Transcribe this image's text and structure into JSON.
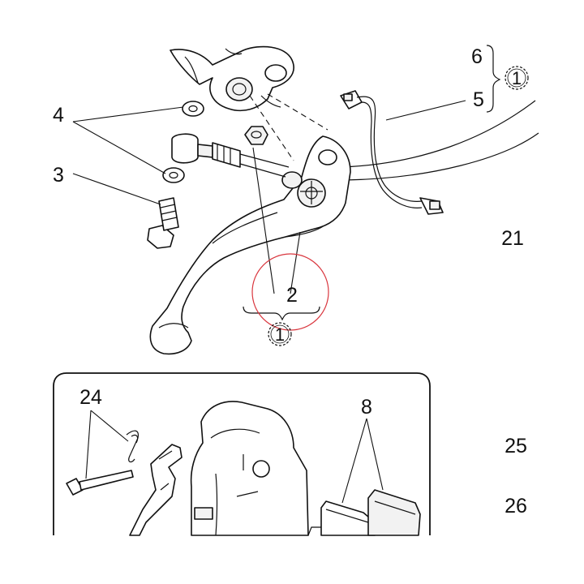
{
  "labels": {
    "l4": "4",
    "l3": "3",
    "l2": "2",
    "l5": "5",
    "l6": "6",
    "l21": "21",
    "l24": "24",
    "l8": "8",
    "l25": "25",
    "l26": "26"
  },
  "symbols": {
    "ref_upper": "1",
    "ref_lower": "1"
  },
  "colors": {
    "line": "#111111",
    "highlight_circle": "#d9363e",
    "background": "#ffffff"
  }
}
